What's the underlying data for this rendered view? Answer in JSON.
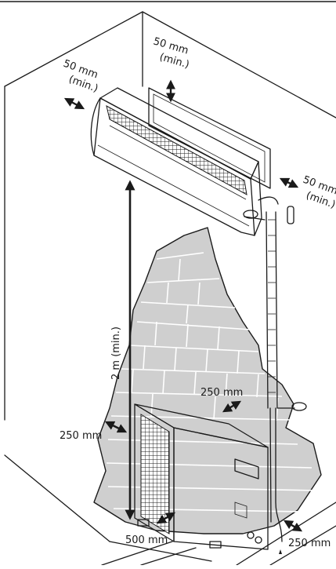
{
  "labels": {
    "top_clearance_value": "50 mm",
    "top_clearance_note": "(min.)",
    "left_clearance_value": "50 mm",
    "left_clearance_note": "(min.)",
    "right_clearance_value": "50 mm",
    "right_clearance_note": "(min.)",
    "height_label": "2 m (min.)",
    "rear_clearance": "250 mm",
    "left_outdoor_clearance": "250 mm",
    "front_clearance": "500 mm",
    "right_outdoor_clearance": "250 mm"
  },
  "colors": {
    "line": "#1a1a1a",
    "wall_fill": "#cfcfcf",
    "unit_fill": "#e4e4e4",
    "background": "#ffffff"
  }
}
